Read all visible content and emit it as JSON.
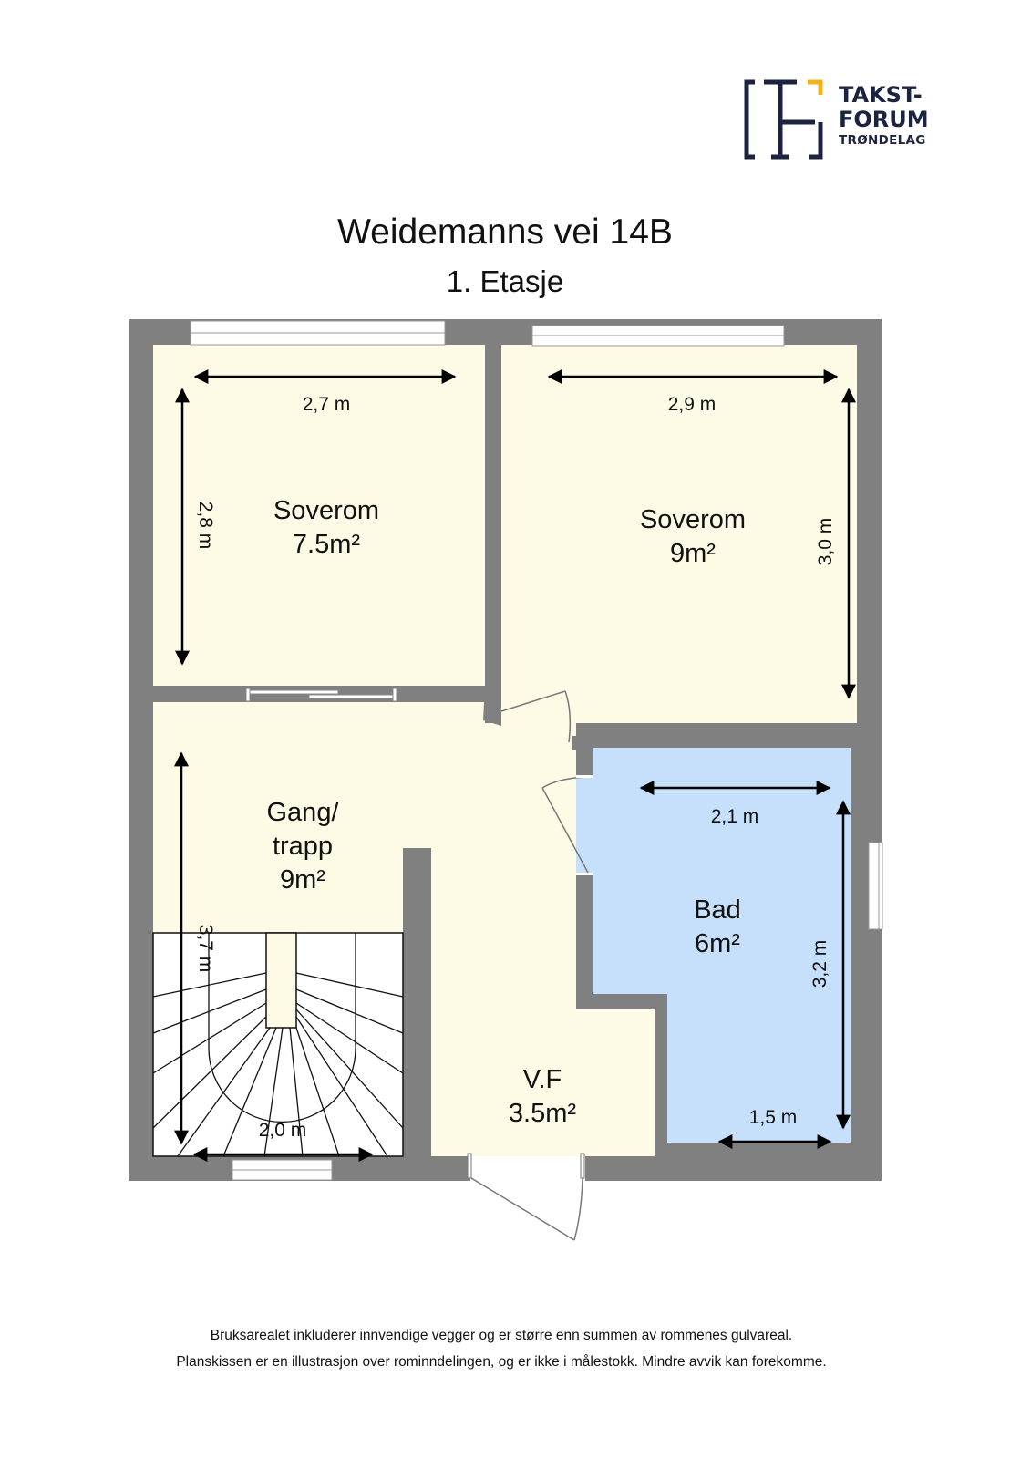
{
  "logo": {
    "line1": "TAKST-",
    "line2": "FORUM",
    "line3": "TRØNDELAG",
    "colors": {
      "navy": "#1c2340",
      "accent": "#f2b31b"
    }
  },
  "header": {
    "title": "Weidemanns vei 14B",
    "floor": "1. Etasje"
  },
  "colors": {
    "wall": "#808080",
    "room_fill": "#fdfbe6",
    "bath_fill": "#c6e0fb",
    "window": "#ffffff"
  },
  "rooms": [
    {
      "id": "soverom-1",
      "name": "Soverom",
      "area": "7.5m²",
      "dims": [
        "2,7 m",
        "2,8 m"
      ]
    },
    {
      "id": "soverom-2",
      "name": "Soverom",
      "area": "9m²",
      "dims": [
        "2,9 m",
        "3,0 m"
      ]
    },
    {
      "id": "gang-trapp",
      "name_line1": "Gang/",
      "name_line2": "trapp",
      "area": "9m²",
      "dims": [
        "3,7 m",
        "2,0 m"
      ]
    },
    {
      "id": "bad",
      "name": "Bad",
      "area": "6m²",
      "dims": [
        "2,1 m",
        "3,2 m",
        "1,5 m"
      ]
    },
    {
      "id": "vf",
      "name": "V.F",
      "area": "3.5m²",
      "dims": []
    }
  ],
  "footer": {
    "line1": "Bruksarealet inkluderer innvendige vegger og er større enn summen av rommenes gulvareal.",
    "line2": "Planskissen er en illustrasjon over rominndelingen, og er ikke i målestokk. Mindre avvik kan forekomme."
  }
}
